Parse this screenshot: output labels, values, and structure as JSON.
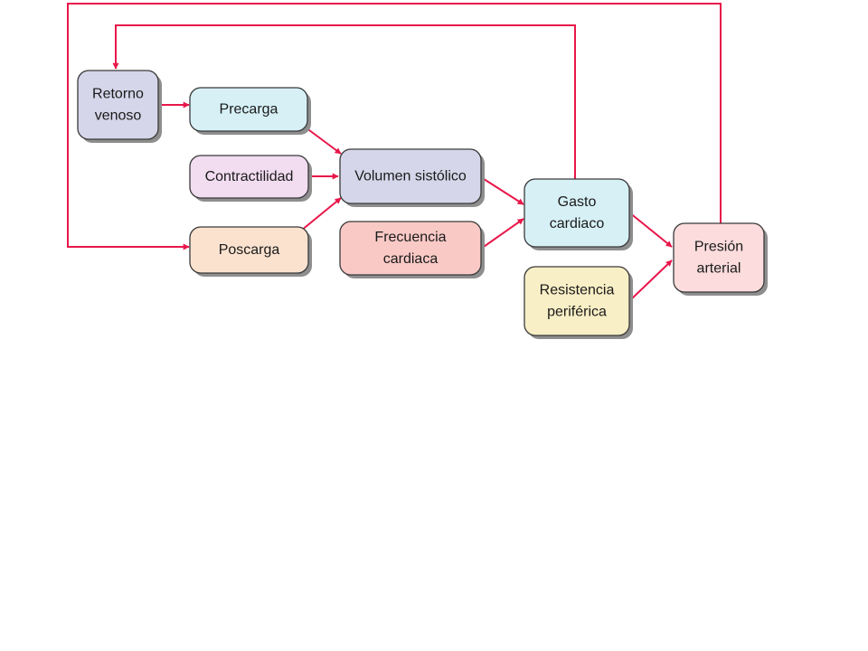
{
  "diagram": {
    "colors": {
      "arrow": "#e8174a",
      "border": "#3a3a3a",
      "shadow": "#8e8e8e"
    },
    "nodes": {
      "retorno_venoso": {
        "lines": [
          "Retorno",
          "venoso"
        ],
        "fill": "#d6d6ea"
      },
      "precarga": {
        "lines": [
          "Precarga"
        ],
        "fill": "#d6f0f6"
      },
      "contractilidad": {
        "lines": [
          "Contractilidad"
        ],
        "fill": "#f1dcf0"
      },
      "poscarga": {
        "lines": [
          "Poscarga"
        ],
        "fill": "#fbe2cf"
      },
      "volumen_sistolico": {
        "lines": [
          "Volumen sistólico"
        ],
        "fill": "#d6d6ea"
      },
      "frecuencia_cardiaca": {
        "lines": [
          "Frecuencia",
          "cardiaca"
        ],
        "fill": "#f9c9c6"
      },
      "gasto_cardiaco": {
        "lines": [
          "Gasto",
          "cardiaco"
        ],
        "fill": "#d6f0f6"
      },
      "resistencia_periferica": {
        "lines": [
          "Resistencia",
          "periférica"
        ],
        "fill": "#f9efc6"
      },
      "presion_arterial": {
        "lines": [
          "Presión",
          "arterial"
        ],
        "fill": "#fcdcdc"
      }
    }
  }
}
